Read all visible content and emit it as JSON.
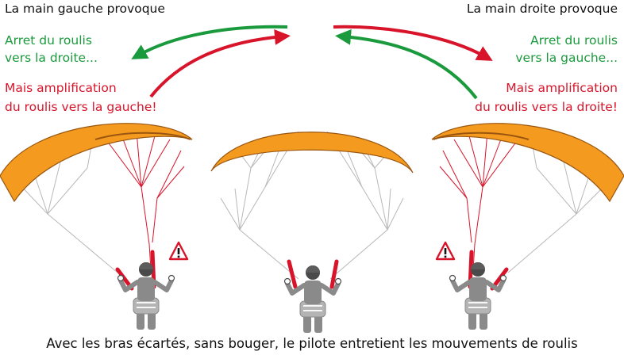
{
  "labels": {
    "left_title": "La main gauche provoque",
    "right_title": "La main droite provoque",
    "left_green_1": "Arret du roulis",
    "left_green_2": "vers la droite...",
    "left_red_1": "Mais amplification",
    "left_red_2": "du roulis vers la gauche!",
    "right_green_1": "Arret du roulis",
    "right_green_2": "vers la gauche...",
    "right_red_1": "Mais amplification",
    "right_red_2": "du roulis vers la droite!",
    "warning_left": "!",
    "warning_right": "!",
    "caption": "Avec les bras écartés, sans bouger, le pilote entretient les mouvements de roulis"
  },
  "colors": {
    "green": "#1a9a3c",
    "red": "#d8142a",
    "wing": "#f39a1f",
    "wing_edge": "#9a5610",
    "lines": "#b8b8b8",
    "pilot": "#8a8a8a",
    "pilot_dark": "#4a4a4a",
    "text": "#111111"
  },
  "icons": {
    "arrow_left_green": "curved-arrow-green-left",
    "arrow_left_red": "curved-arrow-red-right",
    "arrow_right_red": "curved-arrow-red-down-right",
    "arrow_right_green": "curved-arrow-green-up-left",
    "warning": "warning-triangle-icon",
    "pilot": "paraglider-pilot-icon",
    "wing": "paraglider-wing-icon"
  }
}
